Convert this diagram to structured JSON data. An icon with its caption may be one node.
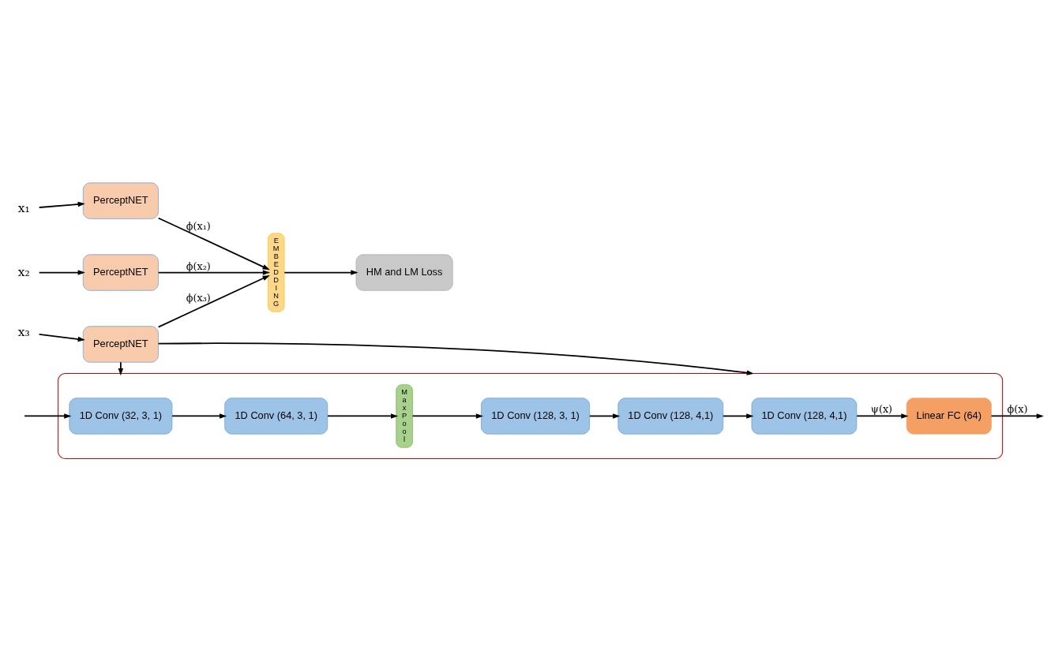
{
  "diagram": {
    "nodes": [
      {
        "text": [
          "x₁"
        ]
      },
      {
        "text": [
          "x₂"
        ]
      },
      {
        "text": [
          "x₃"
        ]
      },
      {
        "text": [
          "PerceptNET"
        ]
      },
      {
        "text": [
          "PerceptNET"
        ]
      },
      {
        "text": [
          "PerceptNET"
        ]
      },
      {
        "text": [
          "EMBEDDING"
        ]
      },
      {
        "text": [
          "HM and LM Loss"
        ]
      },
      {
        "text": [],
        "shape": "box"
      },
      {
        "text": [
          "1D Conv (32, 3, 1)"
        ],
        "in": 8
      },
      {
        "text": [
          "1D Conv (64, 3, 1)"
        ],
        "in": 8
      },
      {
        "text": [
          "MaxPool"
        ],
        "in": 8
      },
      {
        "text": [
          "1D Conv (128, 3, 1)"
        ],
        "in": 8
      },
      {
        "text": [
          "1D Conv (128, 4,1)"
        ],
        "in": 8
      },
      {
        "text": [
          "1D Conv (128, 4,1)"
        ],
        "in": 8
      },
      {
        "text": [
          "Linear FC (64)"
        ],
        "in": 8
      }
    ],
    "edges": [
      {
        "from": 0,
        "to": 3,
        "arrow": "to"
      },
      {
        "from": 1,
        "to": 4,
        "arrow": "to"
      },
      {
        "from": 2,
        "to": 5,
        "arrow": "to"
      },
      {
        "from": 3,
        "to": 6,
        "arrow": "to",
        "label": "ϕ(x₁)"
      },
      {
        "from": 4,
        "to": 6,
        "arrow": "to",
        "label": "ϕ(x₂)"
      },
      {
        "from": 5,
        "to": 6,
        "arrow": "to",
        "label": "ϕ(x₃)"
      },
      {
        "from": 6,
        "to": 7,
        "arrow": "to"
      },
      {
        "from": 5,
        "to": 8,
        "arrow": "to"
      },
      {
        "from": 5,
        "to": 8,
        "arrow": "to"
      },
      {
        "from": null,
        "to": 9,
        "arrow": "to"
      },
      {
        "from": 9,
        "to": 10,
        "arrow": "to"
      },
      {
        "from": 10,
        "to": 11,
        "arrow": "to"
      },
      {
        "from": 11,
        "to": 12,
        "arrow": "to"
      },
      {
        "from": 12,
        "to": 13,
        "arrow": "to"
      },
      {
        "from": 13,
        "to": 14,
        "arrow": "to"
      },
      {
        "from": 14,
        "to": 15,
        "arrow": "to",
        "label": "ψ(x)"
      },
      {
        "from": 15,
        "to": null,
        "arrow": "to",
        "label": "ϕ(x)"
      }
    ]
  }
}
